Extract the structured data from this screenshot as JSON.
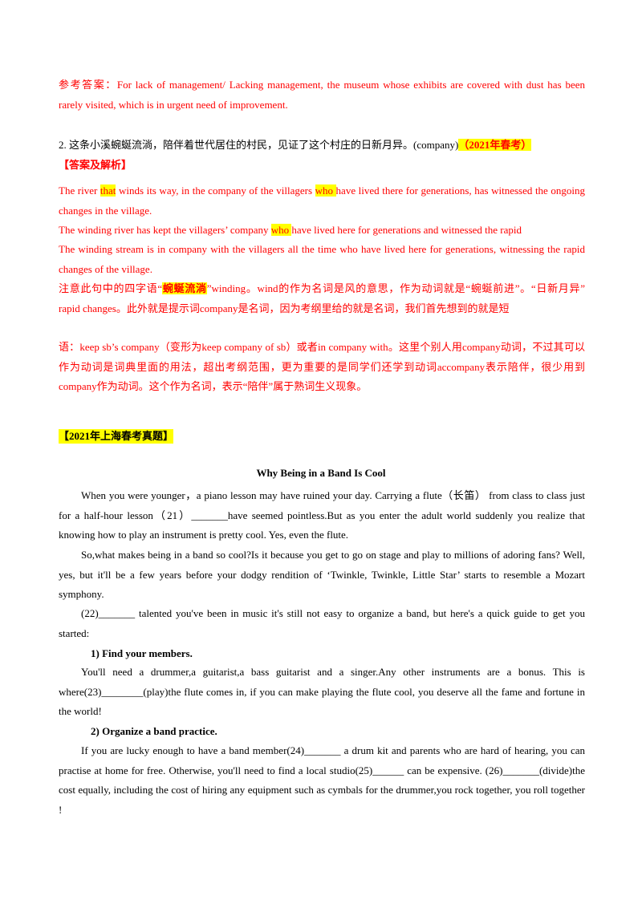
{
  "ref_answer": "参考答案：For lack of management/ Lacking management, the museum whose exhibits are covered with dust has been rarely visited, which is in urgent need of improvement.",
  "q2": {
    "prompt": "2. 这条小溪蜿蜒流淌，陪伴着世代居住的村民，见证了这个村庄的日新月异。(company)",
    "tag": "（2021年春考）"
  },
  "analysis_header": "【答案及解析】",
  "answers": {
    "a1_pre": "The river ",
    "a1_hl1": "that",
    "a1_mid": " winds its way, in the company of the villagers ",
    "a1_hl2": "who ",
    "a1_post": "have lived there for generations, has witnessed the ongoing changes in the village.",
    "a2_pre": "The winding river has kept the villagers’ company ",
    "a2_hl": "who ",
    "a2_post": "have lived here for generations and witnessed the rapid",
    "a3": "The winding stream is in company with the villagers all the time who have lived here for generations, witnessing the rapid changes of the village."
  },
  "notes": {
    "n1_pre": "注意此句中的四字语“",
    "n1_hl": "蜿蜒流淌",
    "n1_post": "”winding。wind的作为名词是风的意思，作为动词就是“蜿蜒前进”。“日新月异”　rapid changes。此外就是提示词company是名词，因为考纲里给的就是名词，我们首先想到的就是短",
    "n2": "语：keep sb’s company（变形为keep company of sb）或者in company with。这里个别人用company动词，不过其可以作为动词是词典里面的用法，超出考纲范围，更为重要的是同学们还学到动词accompany表示陪伴，很少用到company作为动词。这个作为名词，表示“陪伴”属于熟词生义现象。"
  },
  "section_title": "【2021年上海春考真题】",
  "article_title": "Why Being in a Band Is Cool",
  "paragraphs": {
    "p1": "When you were younger，a piano lesson may have ruined your day. Carrying a flute（长笛） from class to class just for a half-hour lesson（21）_______have seemed pointless.But as you enter the adult world suddenly you realize that knowing how to play an instrument is pretty cool. Yes, even the flute.",
    "p2": "So,what makes being in a band so cool?Is it because you get to go on stage and play to millions of adoring fans? Well, yes, but it'll be a few years before your dodgy rendition of ‘Twinkle, Twinkle, Little Star’ starts to resemble a Mozart symphony.",
    "p3": "(22)_______ talented you've been in music it's still not easy to organize a band, but here's a quick guide to get you started:",
    "h1": "1) Find your members.",
    "p4": "You'll need a drummer,a guitarist,a bass guitarist and a singer.Any other instruments are a bonus. This is where(23)________(play)the flute comes in, if you can make playing the flute cool, you deserve all the fame and fortune in the world!",
    "h2": "2) Organize a band practice.",
    "p5": "If you are lucky enough to have a band member(24)_______ a drum kit and parents who are hard of hearing, you can practise at home for free. Otherwise, you'll need to find a local studio(25)______ can be expensive. (26)_______(divide)the cost equally, including the cost of hiring any equipment such as cymbals for the drummer,you rock together, you roll together !"
  },
  "colors": {
    "answer_red": "#ff0000",
    "highlight": "#ffff00"
  }
}
